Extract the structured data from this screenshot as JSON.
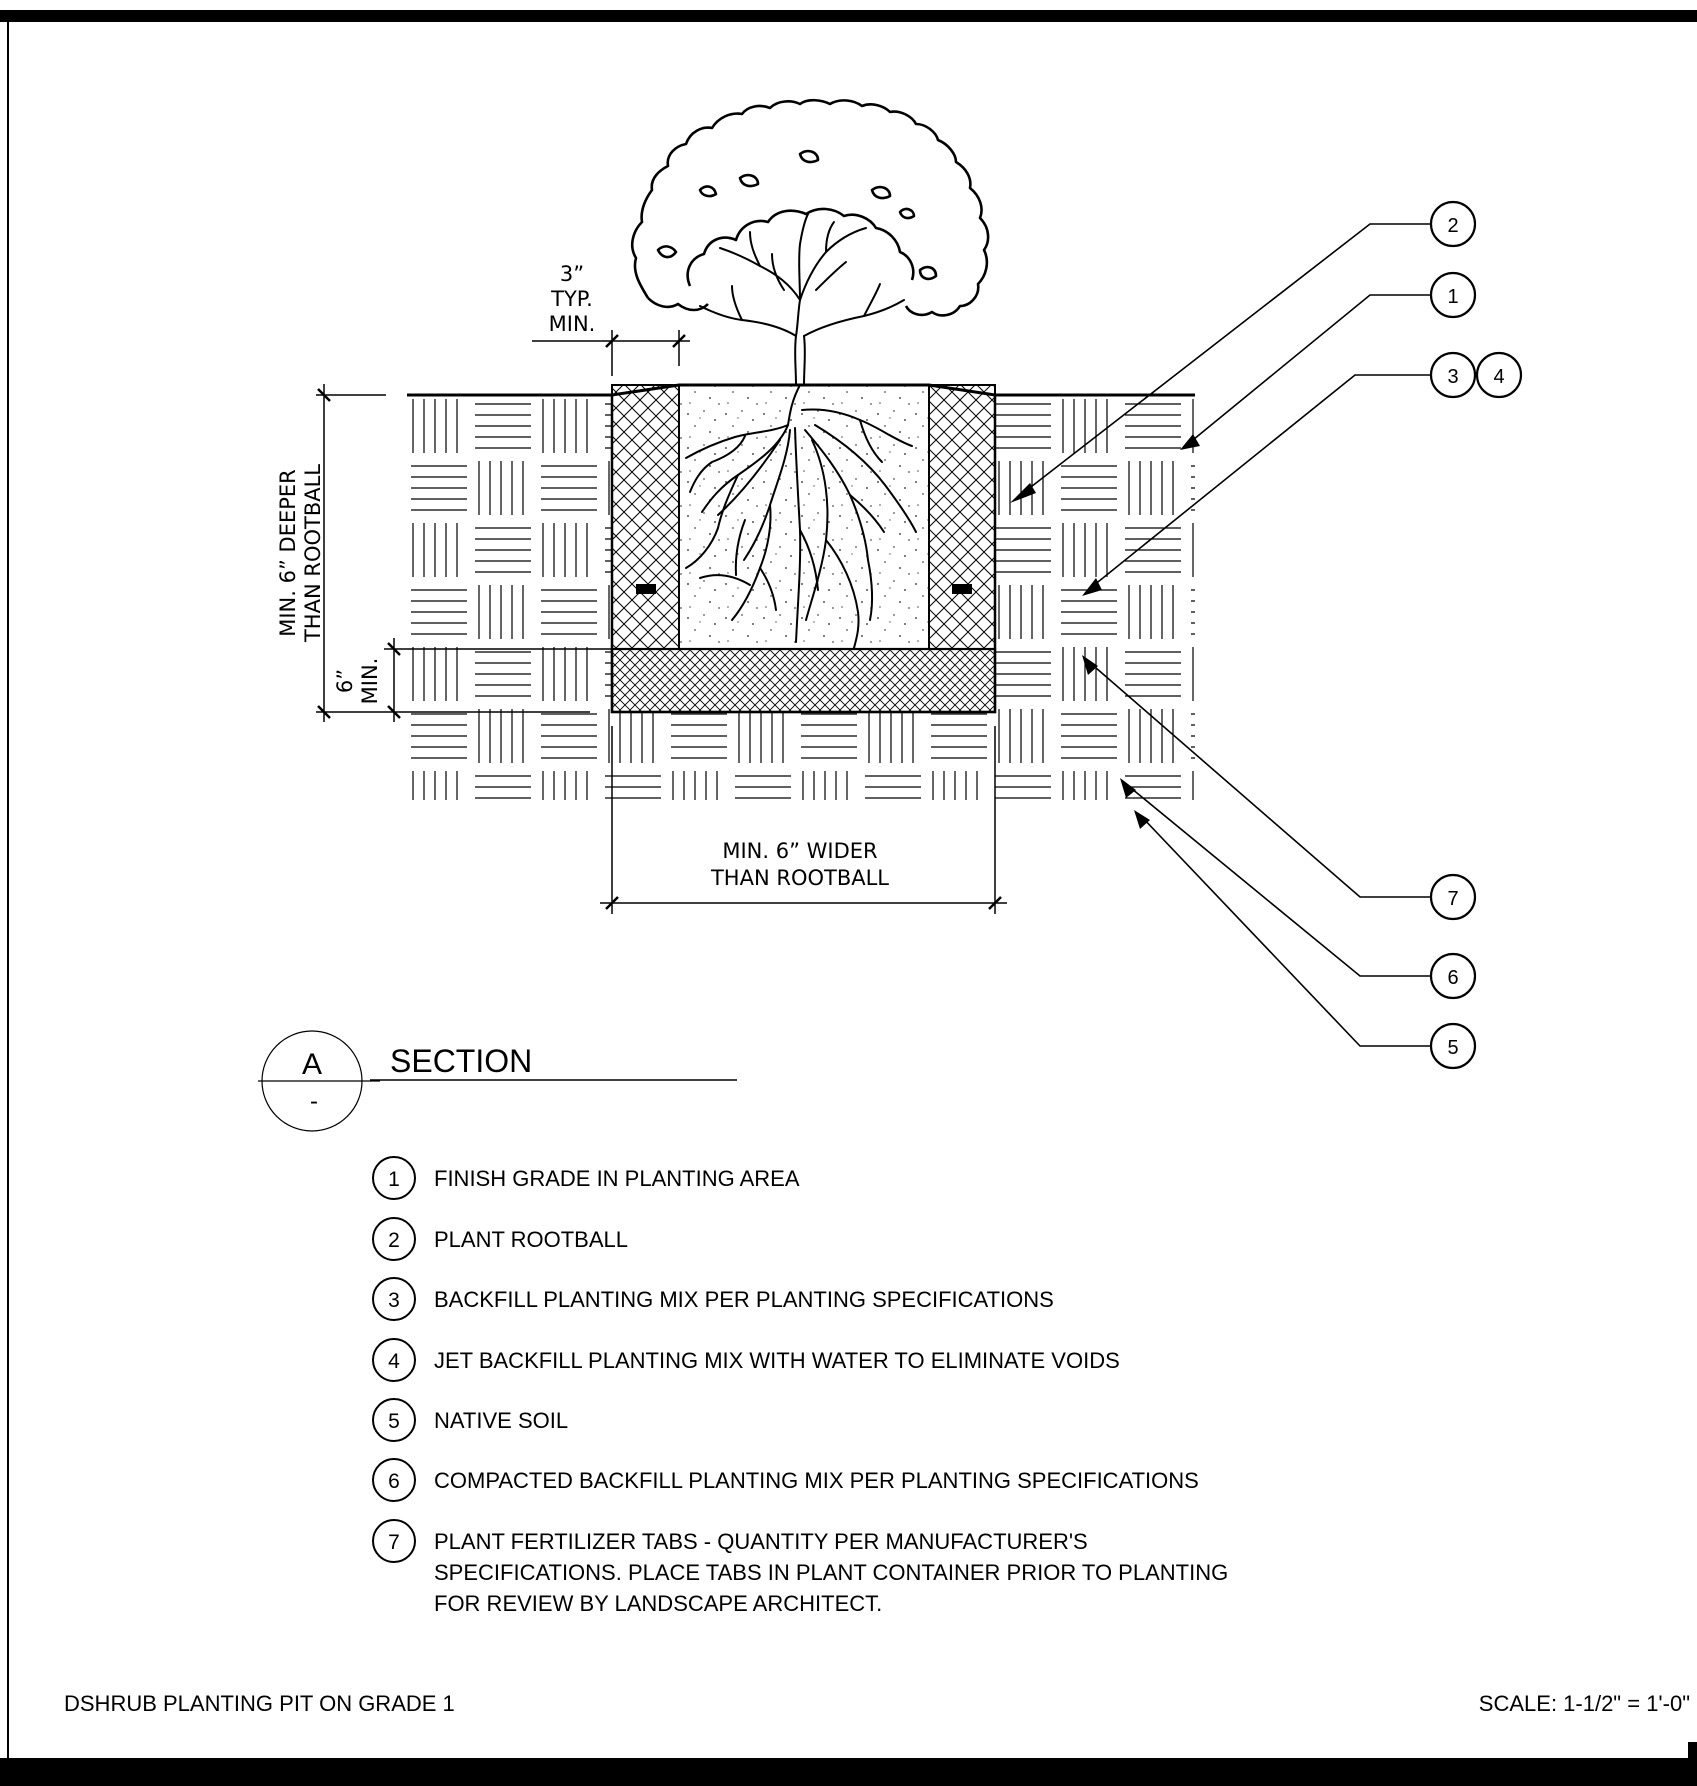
{
  "dimensions": {
    "mulch_gap": [
      "3”",
      "TYP.",
      "MIN."
    ],
    "pit_depth": [
      "MIN. 6” DEEPER",
      "THAN ROOTBALL"
    ],
    "base_depth": [
      "6”",
      "MIN."
    ],
    "pit_width": [
      "MIN. 6” WIDER",
      "THAN ROOTBALL"
    ]
  },
  "callouts": {
    "c1": "1",
    "c2": "2",
    "c3": "3",
    "c4": "4",
    "c5": "5",
    "c6": "6",
    "c7": "7"
  },
  "section": {
    "letter": "A",
    "sheet_ref": "-",
    "title": "SECTION"
  },
  "notes": [
    {
      "num": "1",
      "lines": [
        "FINISH GRADE IN PLANTING AREA"
      ]
    },
    {
      "num": "2",
      "lines": [
        "PLANT ROOTBALL"
      ]
    },
    {
      "num": "3",
      "lines": [
        "BACKFILL PLANTING MIX PER PLANTING SPECIFICATIONS"
      ]
    },
    {
      "num": "4",
      "lines": [
        "JET BACKFILL PLANTING MIX WITH WATER TO ELIMINATE VOIDS"
      ]
    },
    {
      "num": "5",
      "lines": [
        "NATIVE SOIL"
      ]
    },
    {
      "num": "6",
      "lines": [
        "COMPACTED BACKFILL PLANTING MIX PER PLANTING SPECIFICATIONS"
      ]
    },
    {
      "num": "7",
      "lines": [
        "PLANT FERTILIZER TABS - QUANTITY PER MANUFACTURER'S",
        "SPECIFICATIONS.  PLACE TABS IN PLANT CONTAINER PRIOR TO PLANTING",
        "FOR REVIEW BY LANDSCAPE ARCHITECT."
      ]
    }
  ],
  "footer": {
    "detail_name": "DSHRUB PLANTING PIT ON GRADE 1",
    "scale": "SCALE:  1-1/2\" = 1'-0\""
  },
  "colors": {
    "ink": "#000000",
    "paper": "#ffffff"
  }
}
